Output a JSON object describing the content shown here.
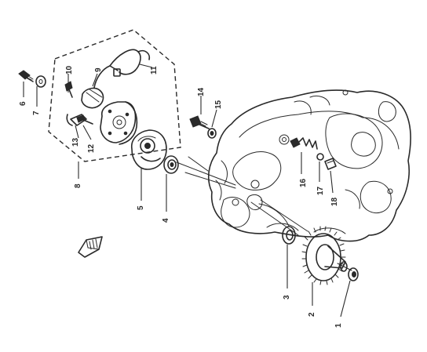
{
  "callouts": [
    {
      "id": "c1",
      "label": "1"
    },
    {
      "id": "c2",
      "label": "2"
    },
    {
      "id": "c3",
      "label": "3"
    },
    {
      "id": "c4",
      "label": "4"
    },
    {
      "id": "c5",
      "label": "5"
    },
    {
      "id": "c6",
      "label": "6"
    },
    {
      "id": "c7",
      "label": "7"
    },
    {
      "id": "c8",
      "label": "8"
    },
    {
      "id": "c9",
      "label": "9"
    },
    {
      "id": "c10",
      "label": "10"
    },
    {
      "id": "c11",
      "label": "11"
    },
    {
      "id": "c12",
      "label": "12"
    },
    {
      "id": "c13",
      "label": "13"
    },
    {
      "id": "c14",
      "label": "14"
    },
    {
      "id": "c15",
      "label": "15"
    },
    {
      "id": "c16",
      "label": "16"
    },
    {
      "id": "c17",
      "label": "17"
    },
    {
      "id": "c18",
      "label": "18"
    }
  ],
  "colors": {
    "ink": "#2a2a2a",
    "background": "#ffffff"
  }
}
